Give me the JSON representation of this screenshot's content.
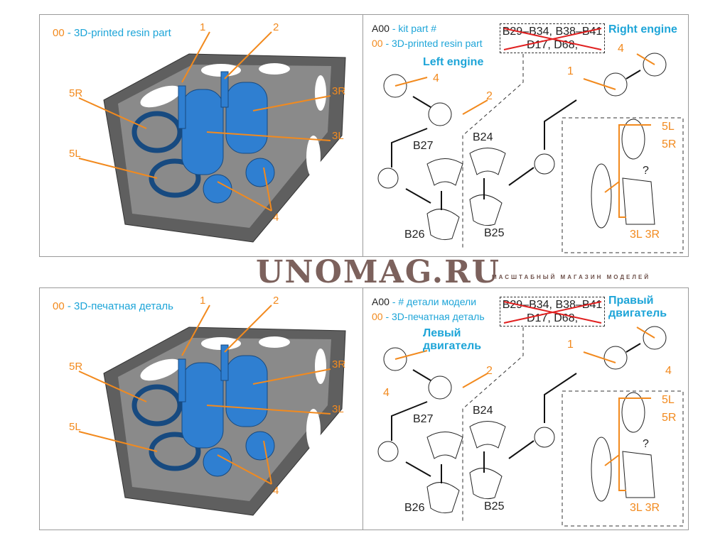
{
  "colors": {
    "resin": "#f28a1e",
    "note": "#1ea5d8",
    "part": "#2f7fd1",
    "tray": "#6b6b6b",
    "remove": "#e02020"
  },
  "panels": [
    {
      "legend_code": "00",
      "legend_text": "- 3D-printed resin part",
      "kit_code": "A00",
      "kit_text": "- kit part #",
      "resin_code": "00",
      "resin_text": "- 3D-printed resin part",
      "removed": [
        "B29–B34, B38–B41",
        "D17, D68,"
      ],
      "left_engine": "Left engine",
      "right_engine": "Right engine",
      "tray_labels": [
        "1",
        "2",
        "5R",
        "3R",
        "3L",
        "5L",
        "4"
      ],
      "diagram_labels": [
        "4",
        "4",
        "1",
        "2",
        "B27",
        "B24",
        "B26",
        "B25",
        "5L",
        "5R",
        "?",
        "3L  3R"
      ]
    },
    {
      "legend_code": "00",
      "legend_text": "- 3D-печатная деталь",
      "kit_code": "A00",
      "kit_text": "- # детали модели",
      "resin_code": "00",
      "resin_text": "- 3D-печатная деталь",
      "removed": [
        "B29–B34, B38–B41",
        "D17, D68,"
      ],
      "left_engine": "Левый двигатель",
      "right_engine": "Правый двигатель",
      "tray_labels": [
        "1",
        "2",
        "5R",
        "3R",
        "3L",
        "5L",
        "4"
      ],
      "diagram_labels": [
        "4",
        "4",
        "1",
        "2",
        "B27",
        "B24",
        "B26",
        "B25",
        "5L",
        "5R",
        "?",
        "3L  3R"
      ]
    }
  ],
  "watermark": {
    "brand": "UNOMAG.RU",
    "tagline": "МАСШТАБНЫЙ МАГАЗИН МОДЕЛЕЙ"
  }
}
